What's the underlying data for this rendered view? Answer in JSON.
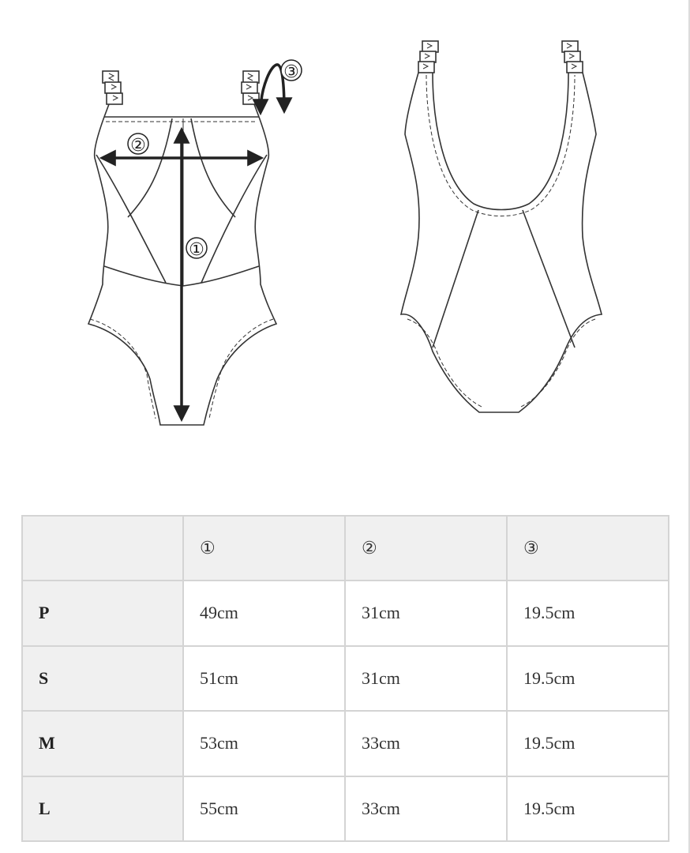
{
  "diagram": {
    "front_markers": [
      "①",
      "②",
      "③"
    ]
  },
  "table": {
    "headers": [
      "",
      "①",
      "②",
      "③"
    ],
    "rows": [
      {
        "size": "P",
        "values": [
          "49cm",
          "31cm",
          "19.5cm"
        ]
      },
      {
        "size": "S",
        "values": [
          "51cm",
          "31cm",
          "19.5cm"
        ]
      },
      {
        "size": "M",
        "values": [
          "53cm",
          "33cm",
          "19.5cm"
        ]
      },
      {
        "size": "L",
        "values": [
          "55cm",
          "33cm",
          "19.5cm"
        ]
      }
    ]
  },
  "colors": {
    "header_bg": "#f0f0f0",
    "border": "#d4d4d4",
    "line_art": "#333333"
  }
}
